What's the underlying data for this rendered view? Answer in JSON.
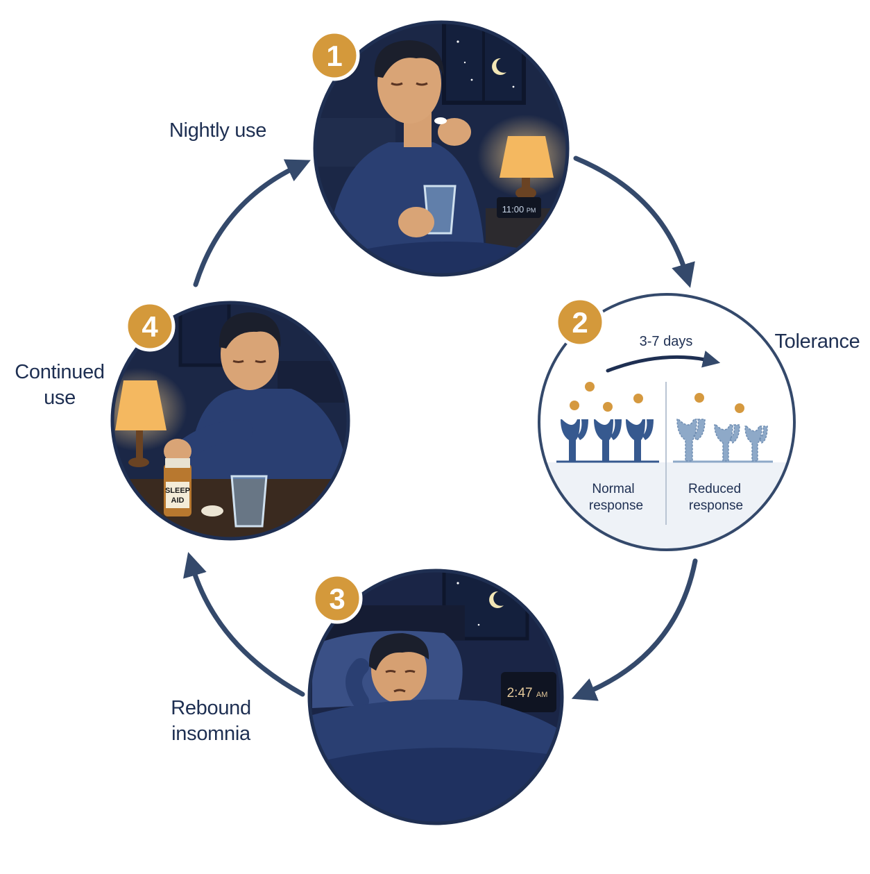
{
  "steps": [
    {
      "number": "1",
      "label": "Nightly use",
      "clock": "11:00",
      "clock_suffix": "PM"
    },
    {
      "number": "2",
      "label": "Tolerance",
      "timeline": "3-7 days",
      "left_caption": [
        "Normal",
        "response"
      ],
      "right_caption": [
        "Reduced",
        "response"
      ]
    },
    {
      "number": "3",
      "label_lines": [
        "Rebound",
        "insomnia"
      ],
      "clock": "2:47",
      "clock_suffix": "AM"
    },
    {
      "number": "4",
      "label_lines": [
        "Continued",
        "use"
      ],
      "bottle_label": [
        "SLEEP",
        "AID"
      ]
    }
  ],
  "colors": {
    "navy": "#1e2f52",
    "badge": "#d4993b",
    "arrow": "#34496b",
    "receptor_normal": "#36598f",
    "receptor_reduced": "#8ea9c8",
    "ligand": "#d5993f",
    "lamp": "#f4b860",
    "night_sky": "#1a2748"
  }
}
